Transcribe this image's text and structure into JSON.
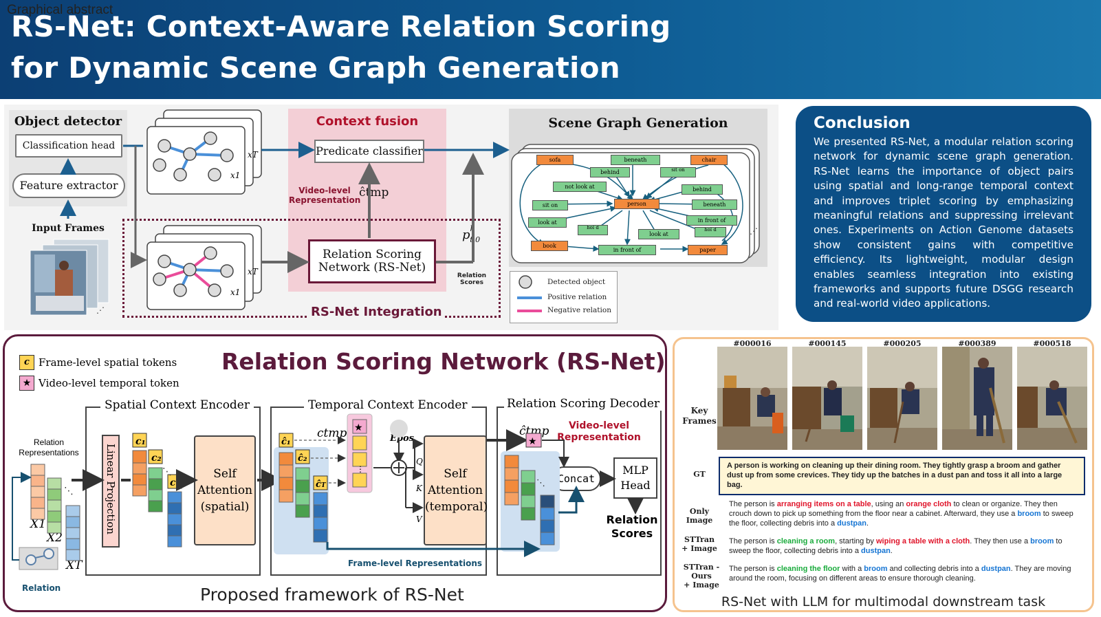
{
  "header": {
    "label": "Graphical abstract",
    "title_line1": "RS-Net: Context-Aware Relation Scoring",
    "title_line2": "for Dynamic Scene Graph Generation"
  },
  "pipeline": {
    "object_detector": "Object detector",
    "classification_head": "Classification head",
    "feature_extractor": "Feature extractor",
    "input_frames": "Input Frames",
    "context_fusion": "Context fusion",
    "predicate_classifier": "Predicate classifier",
    "video_level_rep": "Video-level Representation",
    "c_tmp": "ĉtmp",
    "p_symbol": "p",
    "p_sup": "k",
    "p_sub": "t,0",
    "rsnet_box_l1": "Relation Scoring",
    "rsnet_box_l2": "Network (RS-Net)",
    "relation_scores": "Relation Scores",
    "integration_label": "RS-Net Integration",
    "sgg_title": "Scene Graph Generation",
    "xT": "xT",
    "x1": "x1",
    "legend": {
      "detected": "Detected object",
      "positive": "Positive relation",
      "negative": "Negative relation"
    },
    "sg_nodes": {
      "sofa": "sofa",
      "beneath1": "beneath",
      "chair": "chair",
      "behind1": "behind",
      "sit_on1": "sit on",
      "not_look_at": "not look at",
      "behind2": "behind",
      "person": "person",
      "sit_on2": "sit on",
      "beneath2": "beneath",
      "look_at1": "look at",
      "in_front_of1": "in front of",
      "hol1": "hol d",
      "look_at2": "look at",
      "hol2": "hol d",
      "book": "book",
      "in_front_of2": "in front of",
      "paper": "paper"
    }
  },
  "conclusion": {
    "title": "Conclusion",
    "text": "We presented RS-Net, a modular relation scoring network for dynamic scene graph generation. RS-Net learns the importance of object pairs using spatial and long-range temporal context and improves triplet scoring by emphasizing meaningful relations and suppressing irrelevant ones. Experiments on Action Genome datasets show consistent gains with competitive efficiency. Its lightweight, modular design enables seamless integration into existing frameworks and supports future DSGG research and real-world video applications."
  },
  "rsnet": {
    "title": "Relation Scoring Network (RS-Net)",
    "legend_frame": "Frame-level spatial tokens",
    "legend_video": "Video-level temporal token",
    "spatial_encoder": "Spatial Context Encoder",
    "temporal_encoder": "Temporal Context Encoder",
    "decoder": "Relation Scoring Decoder",
    "relation_reps": "Relation Representations",
    "linear_projection": "Linear Projection",
    "self_attn_spatial": [
      "Self",
      "Attention",
      "(spatial)"
    ],
    "self_attn_temporal": [
      "Self",
      "Attention",
      "(temporal)"
    ],
    "c_tmp": "ctmp",
    "c_hat_tmp": "ĉtmp",
    "e_pos": "Epos",
    "q": "Q",
    "k": "K",
    "v": "V",
    "concat": "Concat",
    "mlp_head": [
      "MLP",
      "Head"
    ],
    "relation_scores": [
      "Relation",
      "Scores"
    ],
    "video_level_rep": [
      "Video-level",
      "Representation"
    ],
    "frame_level_reps": "Frame-level Representations",
    "relation": "Relation",
    "x1": "X1",
    "x2": "X2",
    "xT": "XT",
    "c1": "C1",
    "c2": "C2",
    "cT": "CT",
    "caption": "Proposed framework of RS-Net"
  },
  "llm": {
    "frame_ids": [
      "#000016",
      "#000145",
      "#000205",
      "#000389",
      "#000518"
    ],
    "key_frames": "Key Frames",
    "gt_label": "GT",
    "gt_text": "A person is working on cleaning up their dining room. They tightly grasp a broom and gather dust up from some crevices. They tidy up the batches in a dust pan and toss it all into a large bag.",
    "only_image_label": "Only Image",
    "only_image": {
      "t1": "The person is ",
      "r1": "arranging items on a table",
      "t2": ", using an ",
      "r2": "orange cloth",
      "t3": " to clean or organize. They then crouch down to pick up something from the floor near a cabinet. Afterward, they use a ",
      "b1": "broom",
      "t4": " to sweep the floor, collecting debris into a ",
      "b2": "dustpan",
      "t5": "."
    },
    "sttran_label": [
      "STTran",
      "+ Image"
    ],
    "sttran": {
      "t1": "The person is ",
      "g1": "cleaning a room",
      "t2": ", starting by ",
      "r1": "wiping a table with a cloth",
      "t3": ". They then use a ",
      "b1": "broom",
      "t4": " to sweep the floor, collecting debris into a ",
      "b2": "dustpan",
      "t5": "."
    },
    "ours_label": [
      "STTran - Ours",
      "+ Image"
    ],
    "ours": {
      "t1": "The person is ",
      "g1": "cleaning the floor",
      "t2": " with a ",
      "b1": "broom",
      "t3": " and collecting debris into a ",
      "b2": "dustpan",
      "t4": ". They are moving around the room, focusing on different areas to ensure thorough cleaning."
    },
    "caption": "RS-Net with LLM for multimodal downstream task"
  },
  "colors": {
    "header_dark": "#0c3f74",
    "arrow_blue": "#1c5f8f",
    "positive": "#4a90d9",
    "negative": "#ea4c9a",
    "context_pink": "#f3cfd6",
    "integration": "#6a1838",
    "node_orange": "#f28a3c",
    "node_green": "#7fcf8f",
    "token_yellow": "#ffd455",
    "token_pink": "#f4a9cf"
  }
}
